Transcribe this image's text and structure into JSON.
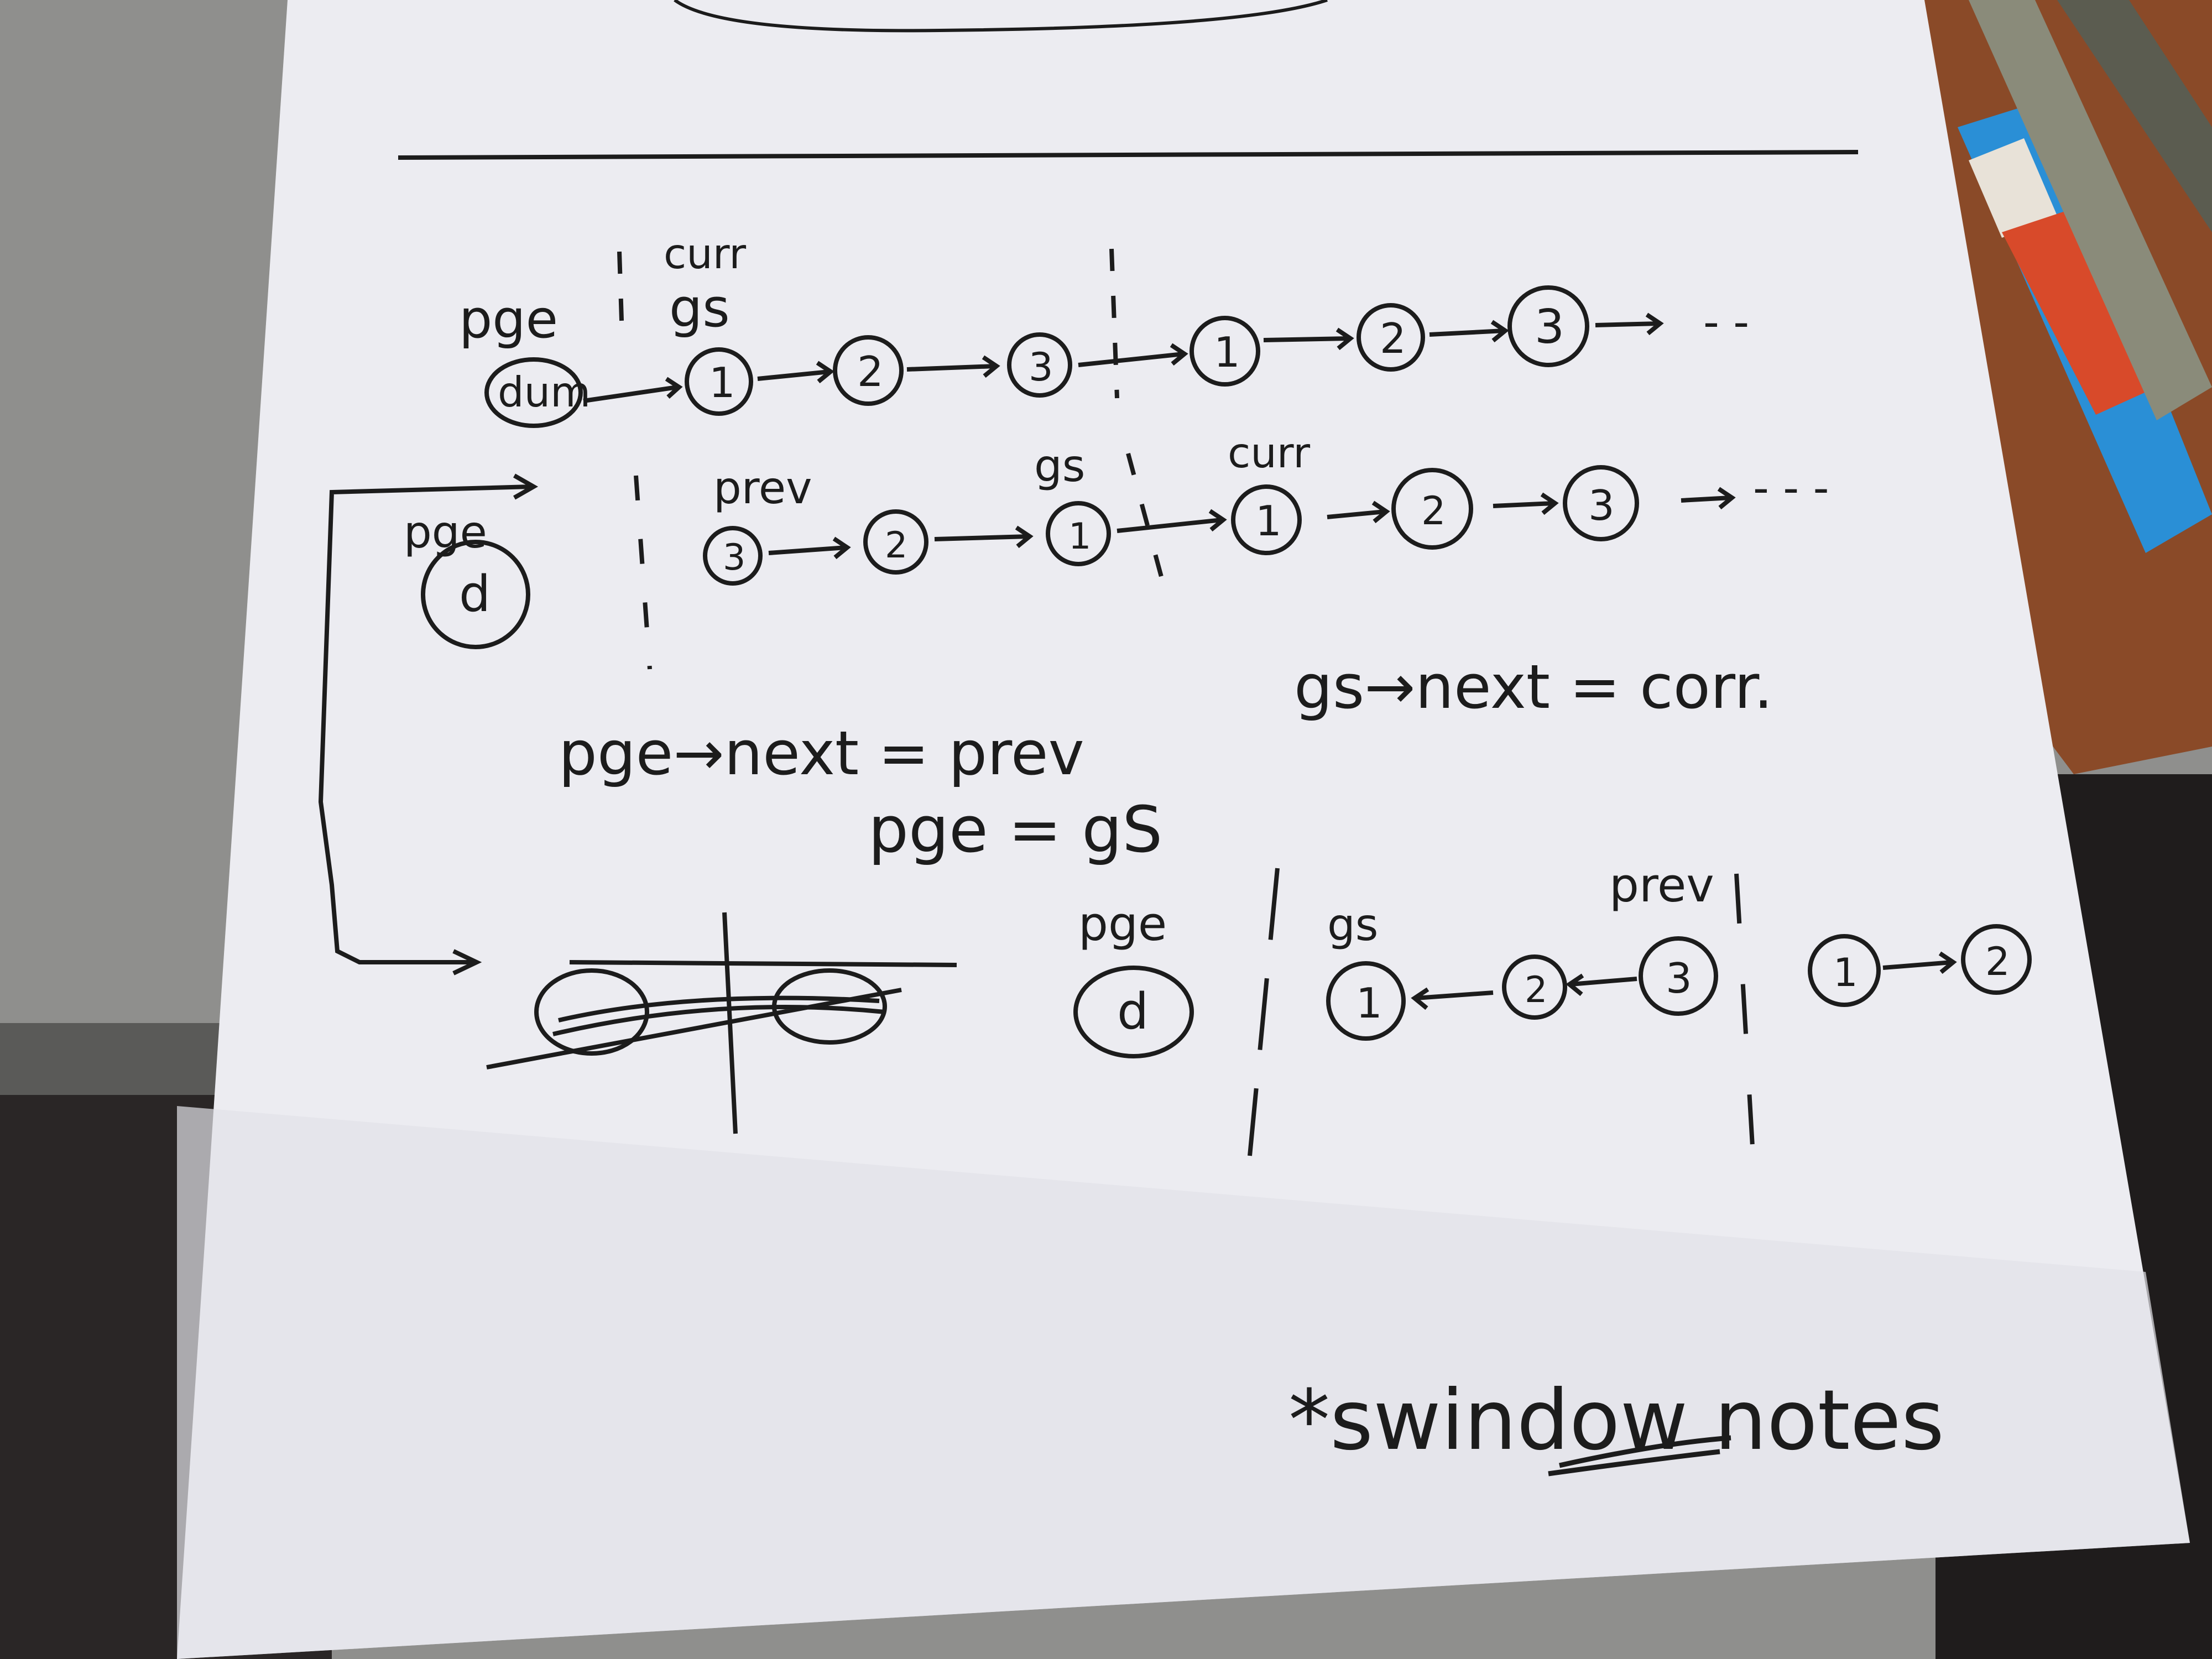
{
  "photo": {
    "colors": {
      "paper": "#ececf1",
      "ink": "#1c1c1c",
      "desk_wood": "#8a4a28",
      "laptop": "#9a9a98",
      "pen_body": "#2a8fd6",
      "pen_cap": "#d84a2a"
    },
    "row1": {
      "pge_label": "pge",
      "dummy_node": "dum",
      "curr_label": "curr",
      "gs_label": "gs",
      "nodes_group1": [
        "1",
        "2",
        "3"
      ],
      "nodes_group2": [
        "1",
        "2",
        "3"
      ],
      "trailing": "- -"
    },
    "row2": {
      "pge_label": "pge",
      "d_node": "d",
      "prev_label": "prev",
      "gs_label": "gs",
      "curr_label": "curr",
      "nodes_reversed": [
        "3",
        "2",
        "1"
      ],
      "nodes_next": [
        "1",
        "2",
        "3"
      ],
      "trailing": "- - -"
    },
    "equations": {
      "eq1": "pge→next = prev",
      "eq2": "gs→next = corr.",
      "eq3": "pge = gS"
    },
    "row3": {
      "pge_label": "pge",
      "d_node": "d",
      "gs_label": "gs",
      "prev_label": "prev",
      "nodes_reversed": [
        "1",
        "2",
        "3"
      ],
      "nodes_next": [
        "1",
        "2"
      ]
    },
    "footer_note": "*swindow notes"
  }
}
